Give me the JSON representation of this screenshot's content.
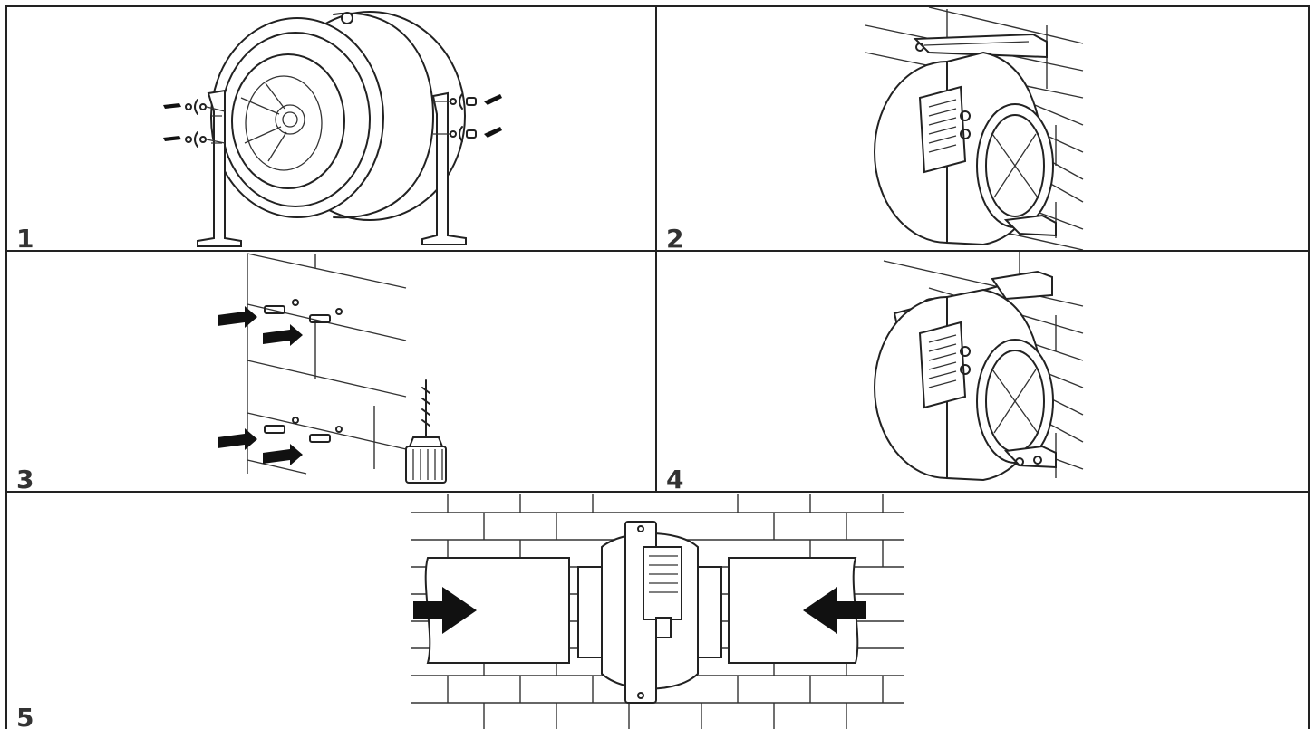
{
  "panels": [
    {
      "id": 1,
      "label": "1"
    },
    {
      "id": 2,
      "label": "2"
    },
    {
      "id": 3,
      "label": "3"
    },
    {
      "id": 4,
      "label": "4"
    },
    {
      "id": 5,
      "label": "5"
    }
  ]
}
